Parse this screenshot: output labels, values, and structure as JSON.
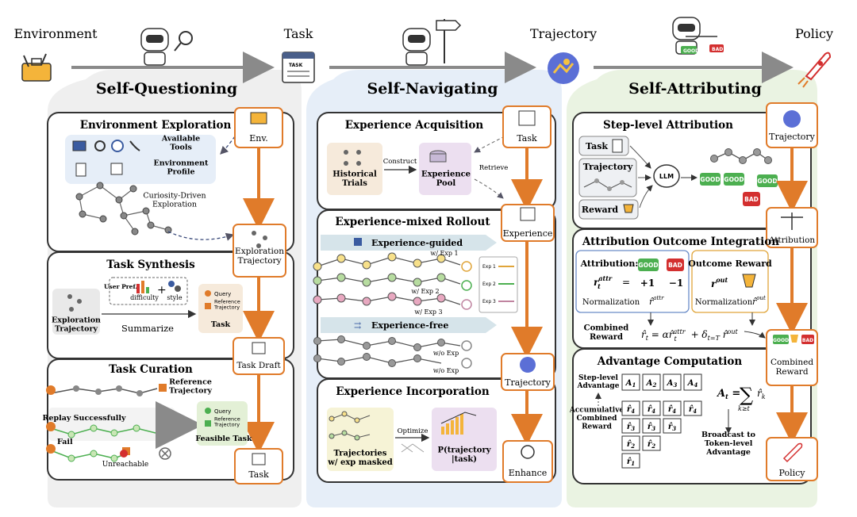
{
  "header": {
    "environment": "Environment",
    "task": "Task",
    "trajectory": "Trajectory",
    "policy": "Policy"
  },
  "stages": {
    "questioning": "Self-Questioning",
    "navigating": "Self-Navigating",
    "attributing": "Self-Attributing"
  },
  "q": {
    "env_explore": {
      "title": "Environment Exploration",
      "tools": "Available Tools",
      "profile": "Environment Profile",
      "curiosity": "Curiosity-Driven Exploration"
    },
    "env_node": "Env.",
    "explo_node": "Exploration Trajectory",
    "synthesis": {
      "title": "Task Synthesis",
      "exploration": "Exploration Trajectory",
      "user_pref": "User Pref.",
      "difficulty": "difficulty",
      "style": "style",
      "summarize": "Summarize",
      "query": "Query",
      "reference": "Reference Trajectory",
      "task": "Task"
    },
    "draft_node": "Task Draft",
    "curation": {
      "title": "Task Curation",
      "reference": "Reference Trajectory",
      "replay": "Replay Successfully",
      "fail": "Fail",
      "unreachable": "Unreachable",
      "query": "Query",
      "reference2": "Reference Trajectory",
      "feasible": "Feasible Task"
    },
    "task_node": "Task"
  },
  "n": {
    "acq": {
      "title": "Experience Acquisition",
      "historical": "Historical Trials",
      "construct": "Construct",
      "pool": "Experience Pool",
      "retrieve": "Retrieve"
    },
    "task_node": "Task",
    "rollout": {
      "title": "Experience-mixed Rollout",
      "guided": "Experience-guided",
      "exp1": "w/ Exp 1",
      "exp2": "w/ Exp 2",
      "exp3": "w/ Exp 3",
      "card1": "Exp 1",
      "card2": "Exp 2",
      "card3": "Exp 3",
      "free": "Experience-free",
      "wo1": "w/o Exp",
      "wo2": "w/o Exp"
    },
    "experience_node": "Experience",
    "traj_node": "Trajectory",
    "incorp": {
      "title": "Experience Incorporation",
      "masked": "Trajectories w/ exp masked",
      "optimize": "Optimize",
      "prob": "P(trajectory |task)"
    },
    "enhance_node": "Enhance"
  },
  "a": {
    "step": {
      "title": "Step-level Attribution",
      "task": "Task",
      "trajectory": "Trajectory",
      "reward": "Reward",
      "llm": "LLM",
      "good": "GOOD",
      "bad": "BAD"
    },
    "traj_node": "Trajectory",
    "attr_node": "Attribution",
    "integration": {
      "title": "Attribution Outcome Integration",
      "attribution": "Attribution:",
      "good": "GOOD",
      "bad": "BAD",
      "r_attr": "r",
      "r_attr_sup": "attr",
      "r_attr_sub": "t",
      "eq": "=",
      "plus1": "+1",
      "minus1": "−1",
      "normalization": "Normalization",
      "outcome": "Outcome Reward",
      "r_out": "r",
      "r_out_sup": "out",
      "normalization2": "Normalization",
      "combined": "Combined Reward",
      "formula": "r̂t = αr̂tattr + δt=T r̂out"
    },
    "combined_node": "Combined Reward",
    "combined_good": "GOOD",
    "combined_bad": "BAD",
    "advantage": {
      "title": "Advantage Computation",
      "step_adv": "Step-level Advantage",
      "accum": "Accumulative Combined Reward",
      "A1": "A",
      "A2": "A",
      "A3": "A",
      "A4": "A",
      "formula_lhs": "A",
      "formula_sum": "∑",
      "formula_r": "r̂",
      "broadcast": "Broadcast to Token-level Advantage"
    },
    "policy_node": "Policy"
  },
  "colors": {
    "stage_q": "#efefef",
    "stage_n": "#e6eef8",
    "stage_a": "#eaf3e2",
    "orange": "#e07b2a",
    "good": "#4caf50",
    "bad": "#d32f2f",
    "arrow_gray": "#8a8a8a"
  }
}
